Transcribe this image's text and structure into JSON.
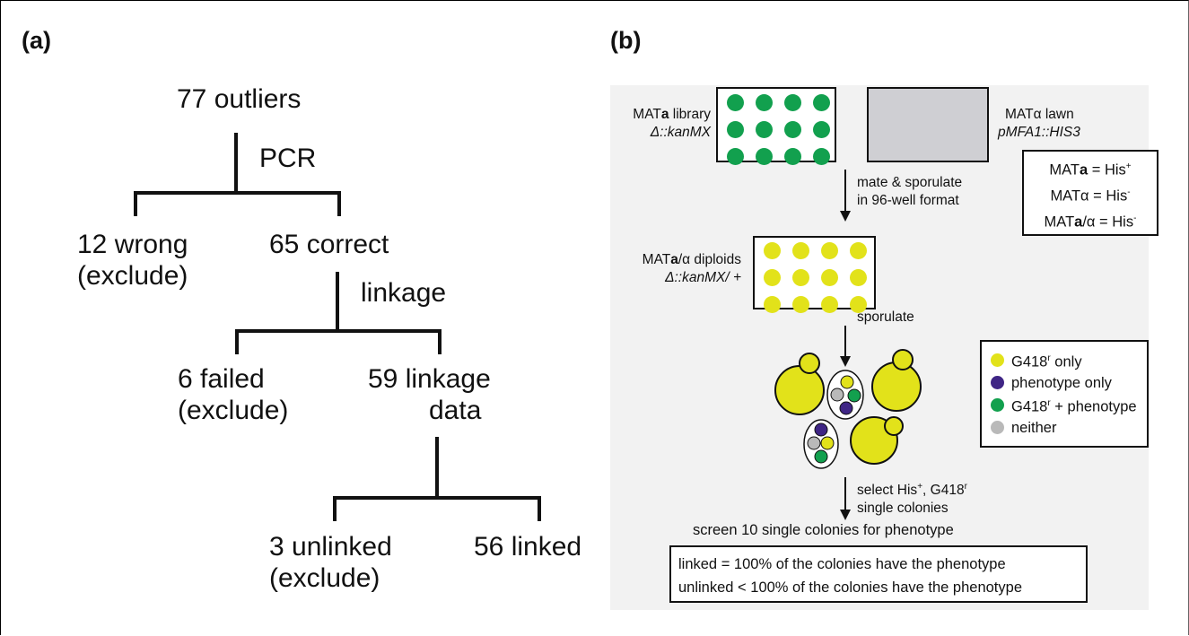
{
  "panel_a": {
    "label": "(a)",
    "root": "77 outliers",
    "step1": "PCR",
    "wrong": {
      "line1": "12 wrong",
      "line2": "(exclude)"
    },
    "correct": "65 correct",
    "step2": "linkage",
    "failed": {
      "line1": "6 failed",
      "line2": "(exclude)"
    },
    "linkage_data": {
      "line1": "59 linkage",
      "line2": "data"
    },
    "unlinked": {
      "line1": "3 unlinked",
      "line2": "(exclude)"
    },
    "linked": "56 linked"
  },
  "panel_b": {
    "label": "(b)",
    "library": {
      "mat": "MAT",
      "mat_bold": "a",
      "rest": " library",
      "allele": "Δ::kanMX"
    },
    "lawn": {
      "title": "MATα lawn",
      "reporter": "pMFA1::HIS3"
    },
    "step_mate": {
      "line1": "mate & sporulate",
      "line2": "in 96-well format"
    },
    "phenotype_key": {
      "a_prefix": "MAT",
      "a_bold": "a",
      "a_eq": " = His",
      "a_sup": "+",
      "alpha": "MATα = His",
      "alpha_sup": "-",
      "dip_prefix": "MAT",
      "dip_bold": "a",
      "dip_rest": "/α = His",
      "dip_sup": "-"
    },
    "diploids": {
      "mat": "MAT",
      "mat_bold": "a",
      "rest": "/α diploids",
      "allele": "Δ::kanMX/ +"
    },
    "step_sporulate": "sporulate",
    "legend": [
      {
        "label": "G418",
        "sup": "r",
        "suffix": " only",
        "color": "#e2e21a"
      },
      {
        "label": "phenotype only",
        "sup": "",
        "suffix": "",
        "color": "#3f2585"
      },
      {
        "label": "G418",
        "sup": "r",
        "suffix": " + phenotype",
        "color": "#12a04e"
      },
      {
        "label": "neither",
        "sup": "",
        "suffix": "",
        "color": "#b9b9b9"
      }
    ],
    "step_select": {
      "line1_pre": "select His",
      "line1_sup1": "+",
      "line1_mid": ", G418",
      "line1_sup2": "r",
      "line2": "single colonies"
    },
    "screen": "screen 10 single colonies for phenotype",
    "result": {
      "linked": "linked = 100% of the colonies have the phenotype",
      "unlinked": "unlinked < 100% of the colonies have the phenotype"
    },
    "colors": {
      "green": "#12a04e",
      "yellow": "#e2e21a",
      "purple": "#3f2585",
      "grey": "#b9b9b9",
      "lawn": "#cfcfd3"
    }
  }
}
